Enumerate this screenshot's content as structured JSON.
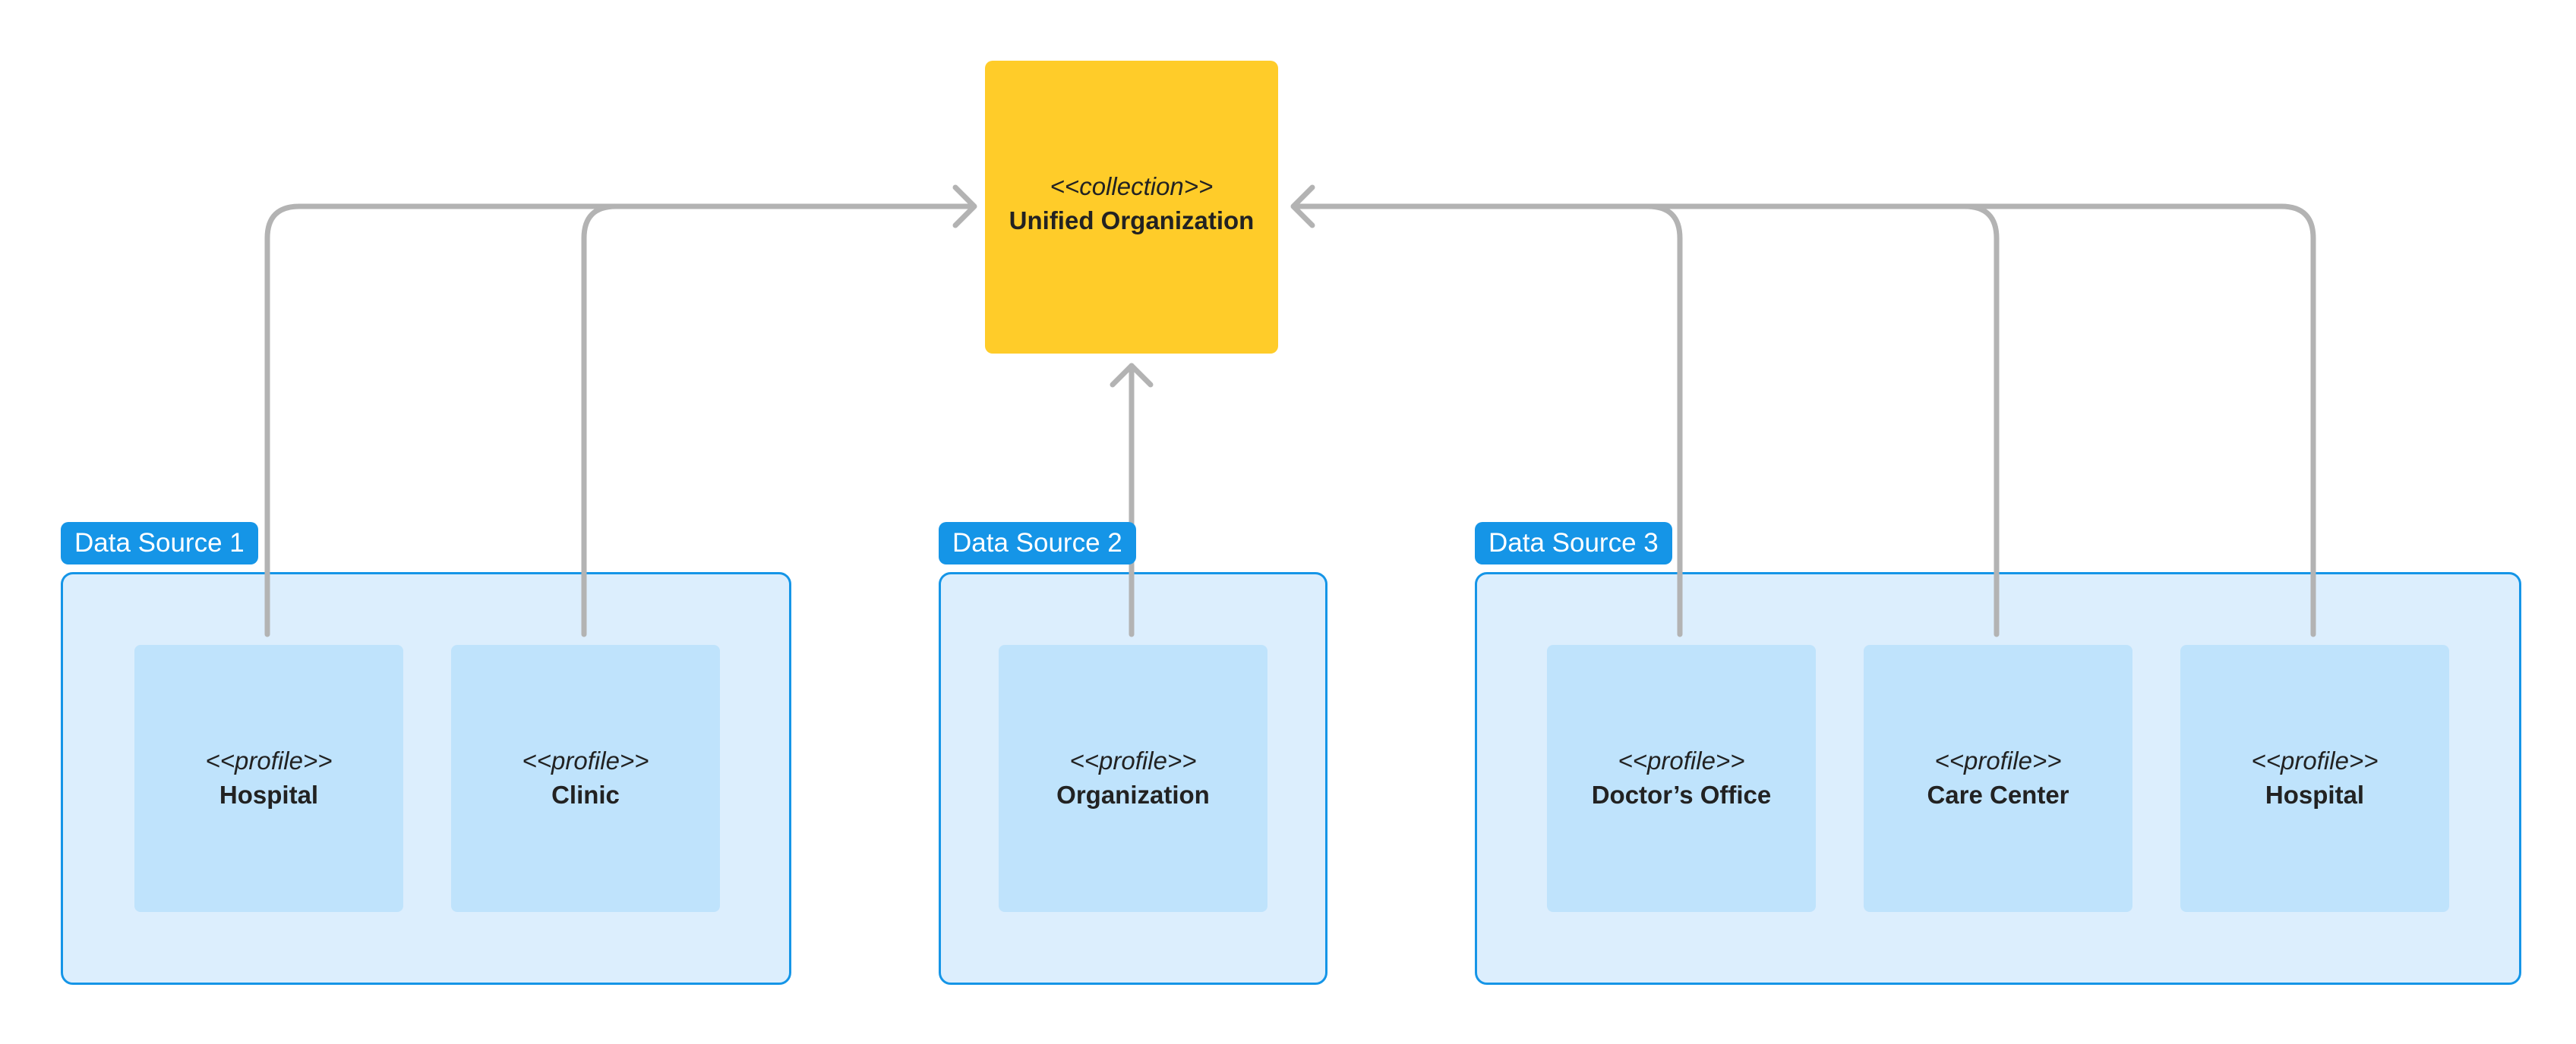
{
  "hub": {
    "stereotype": "<<collection>>",
    "name": "Unified Organization"
  },
  "sources": [
    {
      "label": "Data Source 1",
      "profiles": [
        {
          "stereotype": "<<profile>>",
          "name": "Hospital"
        },
        {
          "stereotype": "<<profile>>",
          "name": "Clinic"
        }
      ]
    },
    {
      "label": "Data Source 2",
      "profiles": [
        {
          "stereotype": "<<profile>>",
          "name": "Organization"
        }
      ]
    },
    {
      "label": "Data Source 3",
      "profiles": [
        {
          "stereotype": "<<profile>>",
          "name": "Doctor’s Office"
        },
        {
          "stereotype": "<<profile>>",
          "name": "Care Center"
        },
        {
          "stereotype": "<<profile>>",
          "name": "Hospital"
        }
      ]
    }
  ],
  "colors": {
    "hub_fill": "#FFCC29",
    "source_fill": "#DCEEFD",
    "source_border": "#1595E7",
    "profile_fill": "#BFE3FC",
    "connector": "#B3B3B3"
  }
}
